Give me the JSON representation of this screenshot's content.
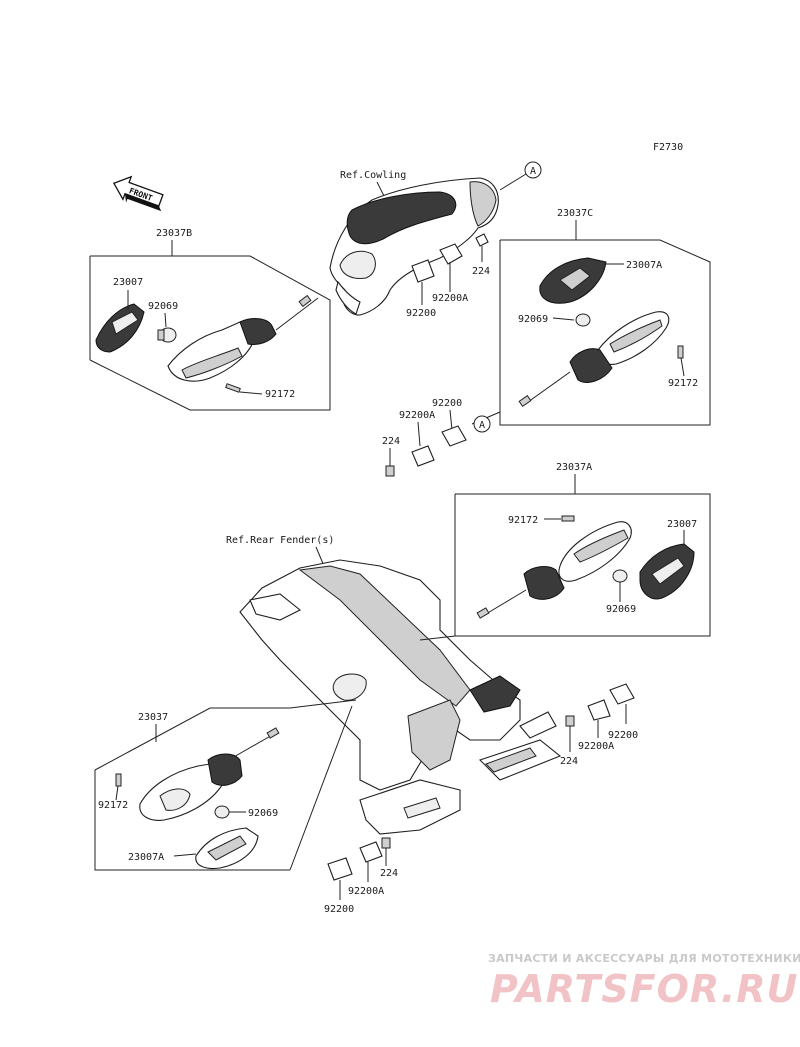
{
  "figure_code": "F2730",
  "front_arrow": "FRONT",
  "refs": {
    "cowling": "Ref.Cowling",
    "rear_fender": "Ref.Rear Fender(s)",
    "marker_a": "A"
  },
  "groups": {
    "front_left": {
      "assembly": "23037B",
      "lens": "23007",
      "bulb": "92069",
      "screw": "92172"
    },
    "front_right": {
      "assembly": "23037C",
      "lens": "23007A",
      "bulb": "92069",
      "screw": "92172"
    },
    "rear_right": {
      "assembly": "23037A",
      "lens": "23007",
      "bulb": "92069",
      "screw": "92172"
    },
    "rear_left": {
      "assembly": "23037",
      "lens": "23007A",
      "bulb": "92069",
      "screw": "92172"
    }
  },
  "brackets": {
    "front_upper": {
      "bolt": "224",
      "plate_a": "92200A",
      "plate": "92200"
    },
    "front_lower": {
      "plate": "92200",
      "plate_a": "92200A",
      "bolt": "224"
    },
    "rear_right": {
      "bolt": "224",
      "plate_a": "92200A",
      "plate": "92200"
    },
    "rear_left": {
      "bolt": "224",
      "plate_a": "92200A",
      "plate": "92200"
    }
  },
  "watermark": {
    "tagline": "ЗАПЧАСТИ И АКСЕССУАРЫ ДЛЯ МОТОТЕХНИКИ",
    "logo": "PARTSFOR.RU"
  }
}
